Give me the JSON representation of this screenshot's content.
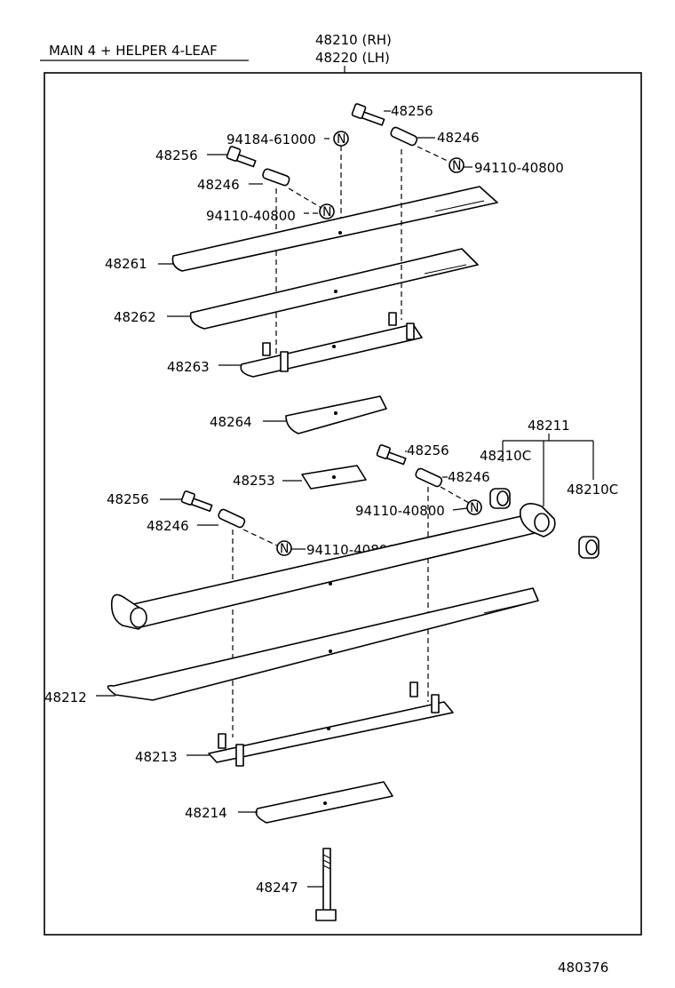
{
  "header": {
    "variant": "MAIN 4 + HELPER 4-LEAF",
    "assembly_rh": "48210 (RH)",
    "assembly_lh": "48220 (LH)"
  },
  "footer": {
    "drawing_number": "480376"
  },
  "callouts": {
    "c48256_top": "48256",
    "c48246_top": "48246",
    "c94184": "94184-61000",
    "c94110_top_r": "94110-40800",
    "c48256_left": "48256",
    "c48246_left": "48246",
    "c94110_top_l": "94110-40800",
    "c48261": "48261",
    "c48262": "48262",
    "c48263": "48263",
    "c48264": "48264",
    "c48211": "48211",
    "c48256_mid": "48256",
    "c48210c_a": "48210C",
    "c48210c_b": "48210C",
    "c48253": "48253",
    "c48246_mid": "48246",
    "c48256_low": "48256",
    "c94110_mid": "94110-40800",
    "c48246_low": "48246",
    "c94110_low": "94110-40800",
    "c48212": "48212",
    "c48213": "48213",
    "c48214": "48214",
    "c48247": "48247"
  },
  "nut_symbol": "N",
  "colors": {
    "ink": "#000000",
    "paper": "#ffffff"
  }
}
